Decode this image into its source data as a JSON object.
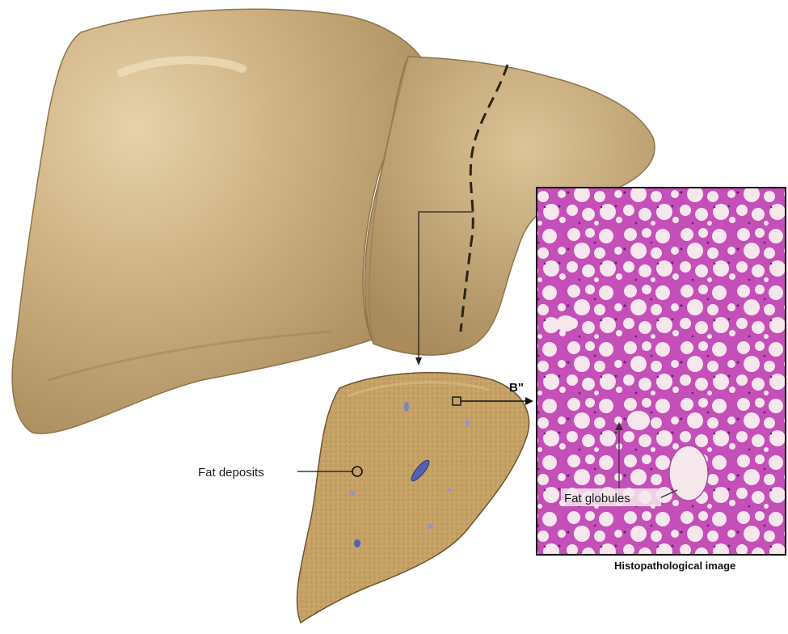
{
  "labels": {
    "section_marker": "B\"",
    "fat_deposits": "Fat deposits",
    "fat_globules": "Fat globules",
    "histo_caption": "Histopathological image"
  },
  "colors": {
    "liver": "#c9ad7e",
    "liver_dark": "#a48a5c",
    "section": "#c19d62",
    "stain_background": "#c54fb8",
    "globule": "#f6e7ec",
    "vessel": "#5560b8"
  }
}
